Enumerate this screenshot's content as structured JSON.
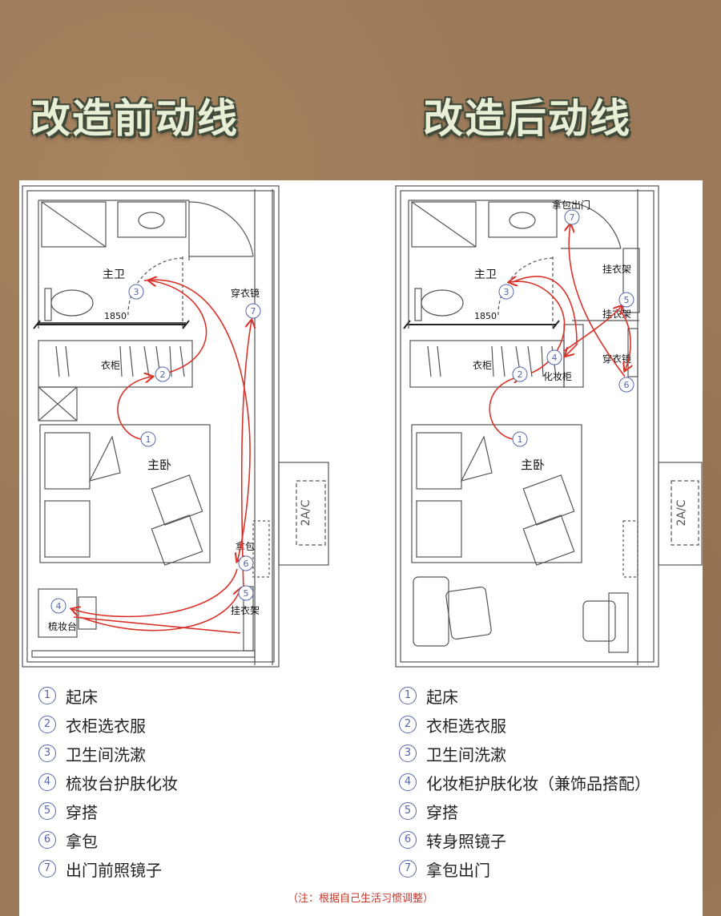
{
  "titles": {
    "before": "改造前动线",
    "after": "改造后动线"
  },
  "plan_before": {
    "rooms": [
      "主卫",
      "衣柜",
      "主卧",
      "梳妆台"
    ],
    "dimension": "1850",
    "ac": "2A/C",
    "labels": {
      "mirror": "穿衣镜",
      "bag": "拿包",
      "hanger": "挂衣架"
    },
    "markers": [
      "1",
      "2",
      "3",
      "4",
      "5",
      "6",
      "7"
    ]
  },
  "plan_after": {
    "rooms": [
      "主卫",
      "衣柜",
      "主卧",
      "化妆柜"
    ],
    "dimension": "1850",
    "ac": "2A/C",
    "labels": {
      "exit": "拿包出门",
      "hanger_top": "挂衣架",
      "hanger": "挂衣架",
      "mirror": "穿衣镜"
    },
    "markers": [
      "1",
      "2",
      "3",
      "4",
      "5",
      "6",
      "7"
    ]
  },
  "legend_before": [
    {
      "n": "1",
      "text": "起床"
    },
    {
      "n": "2",
      "text": "衣柜选衣服"
    },
    {
      "n": "3",
      "text": "卫生间洗漱"
    },
    {
      "n": "4",
      "text": "梳妆台护肤化妆"
    },
    {
      "n": "5",
      "text": "穿搭"
    },
    {
      "n": "6",
      "text": "拿包"
    },
    {
      "n": "7",
      "text": "出门前照镜子"
    }
  ],
  "legend_after": [
    {
      "n": "1",
      "text": "起床"
    },
    {
      "n": "2",
      "text": "衣柜选衣服"
    },
    {
      "n": "3",
      "text": "卫生间洗漱"
    },
    {
      "n": "4",
      "text": "化妆柜护肤化妆（兼饰品搭配）"
    },
    {
      "n": "5",
      "text": "穿搭"
    },
    {
      "n": "6",
      "text": "转身照镜子"
    },
    {
      "n": "7",
      "text": "拿包出门"
    }
  ],
  "note": "（注：根据自己生活习惯调整）",
  "colors": {
    "route": "#d9342b",
    "marker": "#5566aa",
    "wall": "#555555"
  }
}
